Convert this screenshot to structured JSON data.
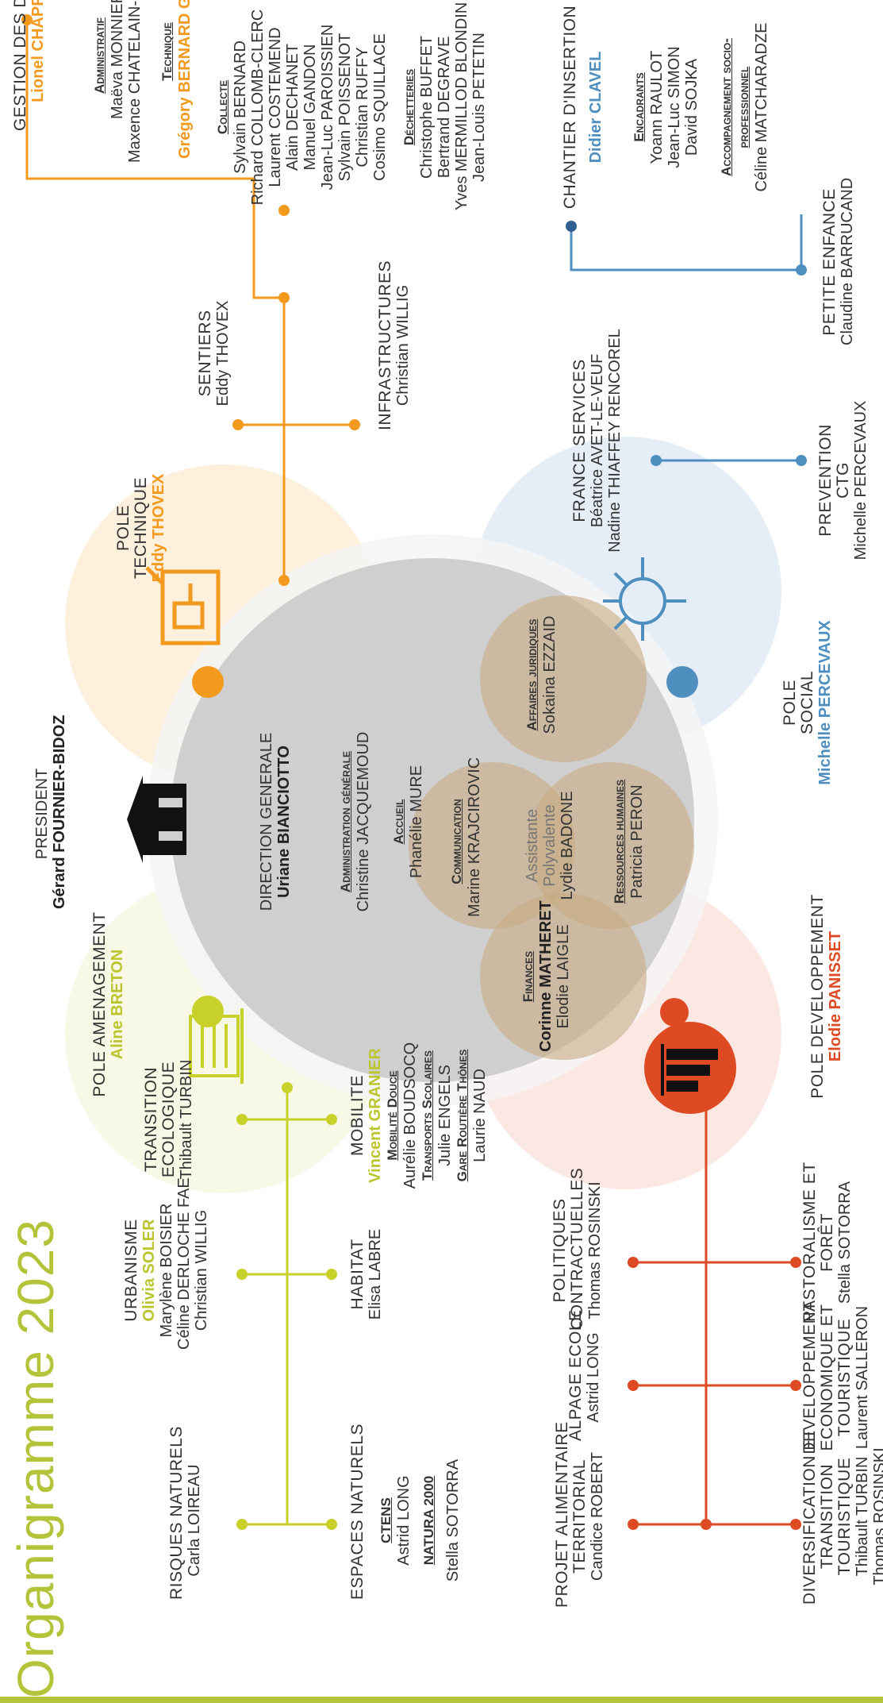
{
  "title": "Organigramme 2023",
  "colors": {
    "amenagement": "#bcc42e",
    "technique": "#f39a1e",
    "social": "#4f8fc0",
    "developpement": "#de4a23",
    "center": "#cfcfcf",
    "inner": "#c8aa82"
  },
  "president": {
    "label": "PRESIDENT",
    "name": "Gérard FOURNIER-BIDOZ"
  },
  "direction": {
    "label": "DIRECTION GENERALE",
    "name": "Uriane BIANCIOTTO",
    "admin_label": "Administration générale",
    "admin_name": "Christine JACQUEMOUD",
    "accueil_label": "Accueil",
    "accueil_name": "Phanélie MURE"
  },
  "inner": {
    "finances_label": "Finances",
    "finances_name1": "Corinne MATHERET",
    "finances_name2": "Elodie LAIGLE",
    "communication_label": "Communication",
    "communication_name": "Marine KRAJCIROVIC",
    "assistante_1": "Assistante",
    "assistante_2": "Polyvalente",
    "assistante_name": "Lydie BADONE",
    "rh_label": "Ressources humaines",
    "rh_name": "Patricia PERON",
    "juridique_label": "Affaires juridiques",
    "juridique_name": "Sokaina EZZAID"
  },
  "pole_amenagement": {
    "label": "POLE AMENAGEMENT",
    "name": "Aline BRETON"
  },
  "pole_technique": {
    "label1": "POLE",
    "label2": "TECHNIQUE",
    "name": "Eddy THOVEX"
  },
  "pole_social": {
    "label1": "POLE",
    "label2": "SOCIAL",
    "name": "Michelle PERCEVAUX"
  },
  "pole_developpement": {
    "label": "POLE DEVELOPPEMENT",
    "name": "Elodie PANISSET"
  },
  "amenagement_units": {
    "risques_label": "RISQUES NATURELS",
    "risques_name": "Carla LOIREAU",
    "urbanisme_label": "URBANISME",
    "urbanisme_chief": "Olivia SOLER",
    "urbanisme_n1": "Marylène BOISIER",
    "urbanisme_n2": "Céline DERLOCHE FAE",
    "urbanisme_n3": "Christian WILLIG",
    "transition_l1": "TRANSITION",
    "transition_l2": "ECOLOGIQUE",
    "transition_name": "Thibault TURBIN",
    "espaces_label": "ESPACES NATURELS",
    "ctens_label": "CTENS",
    "ctens_name": "Astrid LONG",
    "natura_label": "NATURA 2000",
    "natura_name": "Stella SOTORRA",
    "habitat_label": "HABITAT",
    "habitat_name": "Elisa LABRE",
    "mobilite_label": "MOBILITE",
    "mobilite_chief": "Vincent GRANIER",
    "mobilite_douce_label": "Mobilité Douce",
    "mobilite_douce_name": "Aurélie BOUDSOCQ",
    "transports_label": "Transports Scolaires",
    "transports_name": "Julie ENGELS",
    "gare_label": "Gare Routière Thônes",
    "gare_name": "Laurie NAUD"
  },
  "developpement_units": {
    "projet_l1": "PROJET ALIMENTAIRE",
    "projet_l2": "TERRITORIAL",
    "projet_name": "Candice ROBERT",
    "alpage_label": "ALPAGE ECOLE",
    "alpage_name": "Astrid LONG",
    "politiques_l1": "POLITIQUES",
    "politiques_l2": "CONTRACTUELLES",
    "politiques_name": "Thomas ROSINSKI",
    "diversification_l1": "DIVERSIFICATION ET",
    "diversification_l2": "TRANSITION",
    "diversification_l3": "TOURISTIQUE",
    "diversification_n1": "Thibault TURBIN",
    "diversification_n2": "Thomas ROSINSKI",
    "developpement_l1": "DEVELOPPEMENT",
    "developpement_l2": "ECONOMIQUE ET",
    "developpement_l3": "TOURISTIQUE",
    "developpement_name": "Laurent SALLERON",
    "pastoralisme_l1": "PASTORALISME ET",
    "pastoralisme_l2": "FORÊT",
    "pastoralisme_name": "Stella SOTORRA"
  },
  "technique_units": {
    "sentiers_label": "SENTIERS",
    "sentiers_name": "Eddy THOVEX",
    "infra_label": "INFRASTRUCTURES",
    "infra_name": "Christian WILLIG",
    "dechets_label": "GESTION DES DECHETS",
    "dechets_chief": "Lionel CHAPPUIS",
    "administratif_label": "Administratif",
    "administratif_n1": "Maëva MONNIER",
    "administratif_n2": "Maxence CHATELAIN-CADET",
    "technique_label": "Technique",
    "technique_name": "Grégory BERNARD GRANGER",
    "collecte_label": "Collecte",
    "collecte_names": [
      "Sylvain BERNARD",
      "Richard COLLOMB-CLERC",
      "Laurent COSTEMEND",
      "Alain DECHANET",
      "Manuel GANDON",
      "Jean-Luc PAROISSIEN",
      "Sylvain POISSENOT",
      "Christian RUFFY",
      "Cosimo SQUILLACE"
    ],
    "decheteries_label": "Déchetteries",
    "decheteries_names": [
      "Christophe BUFFET",
      "Bertrand DEGRAVE",
      "Yves MERMILLOD BLONDIN",
      "Jean-Louis PETETIN"
    ]
  },
  "social_units": {
    "france_label": "FRANCE SERVICES",
    "france_n1": "Béatrice AVET-LE-VEUF",
    "france_n2": "Nadine THIAFFEY RENCOREL",
    "prevention_l1": "PREVENTION",
    "prevention_l2": "CTG",
    "prevention_name": "Michelle PERCEVAUX",
    "petite_label": "PETITE ENFANCE",
    "petite_name": "Claudine BARRUCAND",
    "chantier_label": "CHANTIER D'INSERTION",
    "chantier_chief": "Didier CLAVEL",
    "encadrants_label": "Encadrants",
    "encadrants_names": [
      "Yoann RAULOT",
      "Jean-Luc SIMON",
      "David SOJKA"
    ],
    "accompagnement_l1": "Accompagnement socio-",
    "accompagnement_l2": "professionnel",
    "accompagnement_name": "Céline MATCHARADZE"
  }
}
